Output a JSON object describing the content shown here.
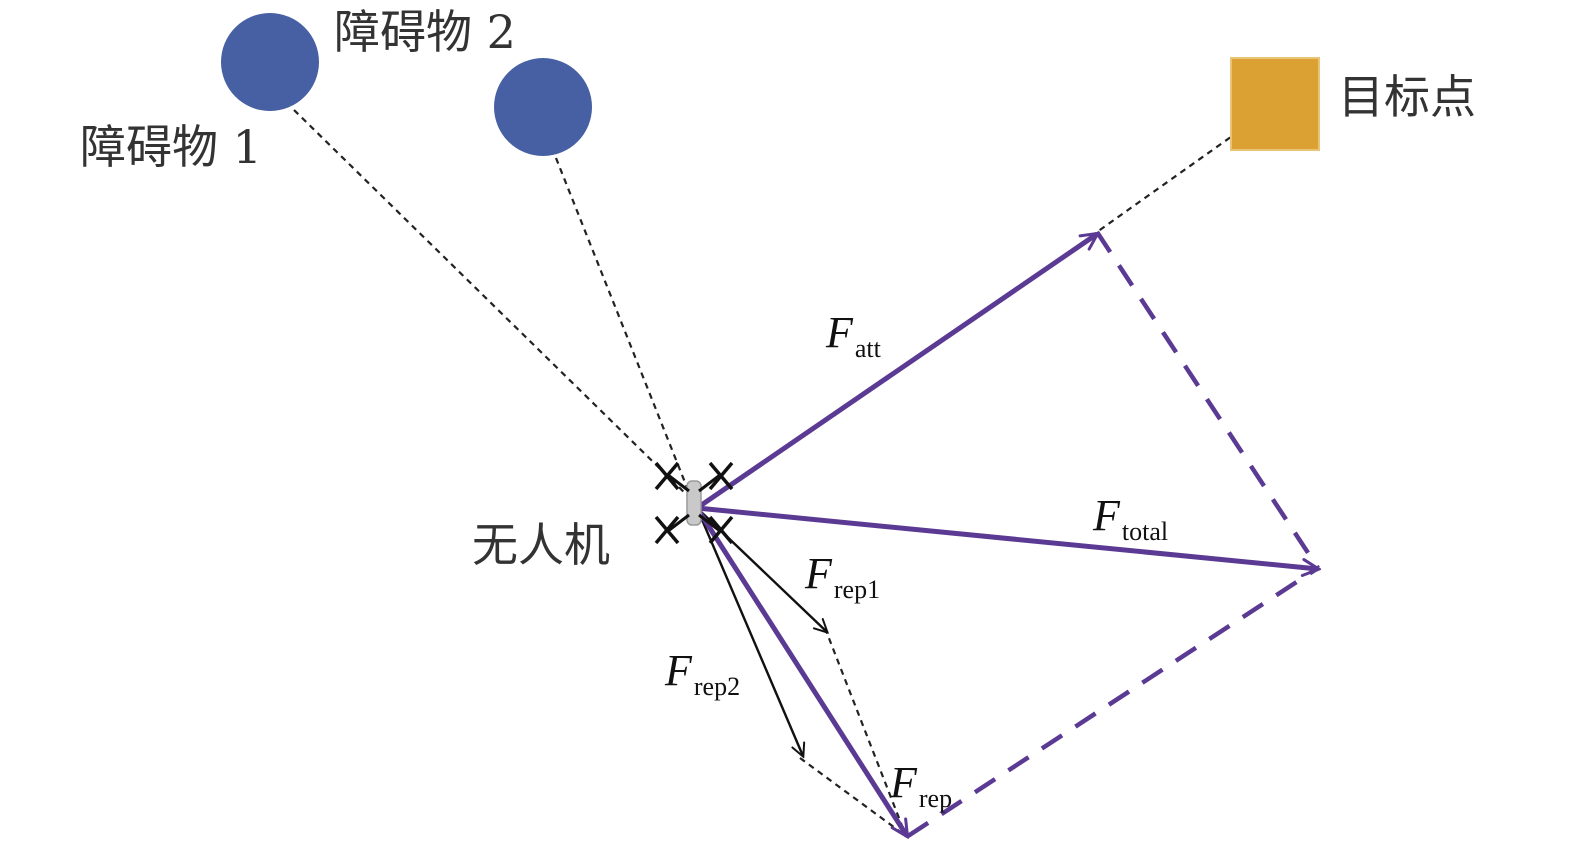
{
  "colors": {
    "obstacle": "#4760a4",
    "target": "#dba233",
    "force_vector": "#5b3a94",
    "repulsion_component": "#111111",
    "guide_line": "#222222",
    "label": "#333333"
  },
  "nodes": {
    "obstacle1_label": "障碍物 1",
    "obstacle2_label": "障碍物 2",
    "target_label": "目标点",
    "uav_label": "无人机"
  },
  "forces": {
    "att": {
      "main": "F",
      "sub": "att"
    },
    "total": {
      "main": "F",
      "sub": "total"
    },
    "rep1": {
      "main": "F",
      "sub": "rep1"
    },
    "rep2": {
      "main": "F",
      "sub": "rep2"
    },
    "rep": {
      "main": "F",
      "sub": "rep"
    }
  },
  "icons": {
    "uav": "quadcopter-icon"
  }
}
